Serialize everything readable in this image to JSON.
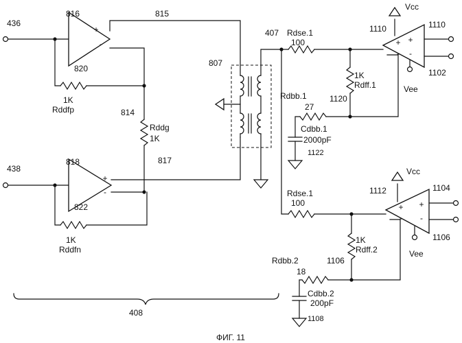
{
  "refs": {
    "in_p": "436",
    "in_n": "438",
    "amp_p": "816",
    "amp_n": "818",
    "net_p": "815",
    "net_n": "817",
    "r_fp": "820",
    "r_g": "814",
    "r_fn": "822",
    "xfmr": "807",
    "node": "407",
    "bracket": "408",
    "amp1": "1110",
    "out1a": "1110",
    "out1b": "1102",
    "amp2": "1112",
    "out2a": "1104",
    "out2b": "1106",
    "c1": "1120",
    "gnd1": "1122",
    "c2": "1106",
    "gnd2": "1108"
  },
  "values": {
    "rddfp": "1K",
    "rddfp_name": "Rddfp",
    "rddg": "Rddg",
    "rddg_val": "1K",
    "rddfn": "1K",
    "rddfn_name": "Rddfn",
    "rdse1": "Rdse.1",
    "rdse1_val": "100",
    "rdse2": "Rdse.1",
    "rdse2_val": "100",
    "rdff1_val": "1K",
    "rdff1": "Rdff.1",
    "rdff2_val": "1K",
    "rdff2": "Rdff.2",
    "rdbb1": "Rdbb.1",
    "rdbb1_val": "27",
    "cdbb1": "Cdbb.1",
    "cdbb1_val": "2000pF",
    "rdbb2": "Rdbb.2",
    "rdbb2_val": "18",
    "cdbb2": "Cdbb.2",
    "cdbb2_val": "200pF"
  },
  "rails": {
    "vcc": "Vcc",
    "vee": "Vee"
  },
  "signs": {
    "plus": "+",
    "minus": "-"
  },
  "caption": "ФИГ. 11"
}
